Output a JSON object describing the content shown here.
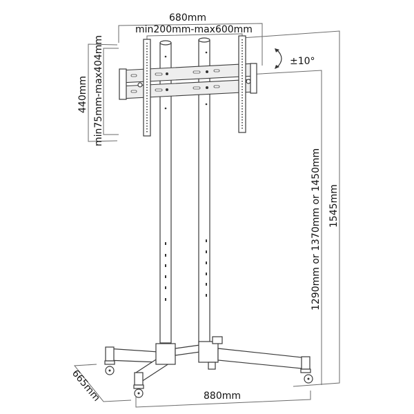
{
  "diagram": {
    "subject": "Mobile TV stand with tilting wall-mount bracket",
    "dimensions": {
      "overall_width": "680mm",
      "vesa_horizontal": "min200mm-max600mm",
      "bracket_height": "440mm",
      "vesa_vertical": "min75mm-max404mm",
      "tilt": "±10°",
      "mount_height": "1290mm or 1370mm or 1450mm",
      "overall_height": "1545mm",
      "base_width": "880mm",
      "base_depth": "665mm"
    },
    "components": [
      "tilt-bracket",
      "left-pole",
      "right-pole",
      "base-frame",
      "caster-wheels"
    ],
    "colors": {
      "line": "#3a3a3a",
      "dimension": "#6a6a6a",
      "background": "#ffffff"
    }
  }
}
